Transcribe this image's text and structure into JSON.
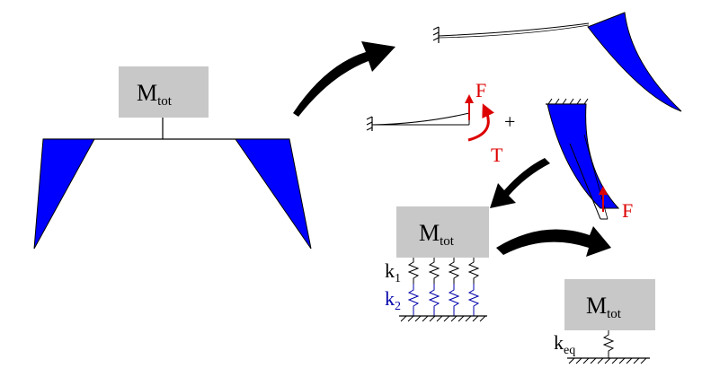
{
  "colors": {
    "mass_fill": "#c8c8c8",
    "beam_fill": "#0000ff",
    "force_color": "#dd0000",
    "k2_color": "#0000aa",
    "stroke": "#000000"
  },
  "mass_main": {
    "base": "M",
    "sub": "tot"
  },
  "mass_springs": {
    "base": "M",
    "sub": "tot"
  },
  "mass_equivalent": {
    "base": "M",
    "sub": "tot"
  },
  "substructure": {
    "force_label": "F",
    "torque_label": "T",
    "plus_sign": "+"
  },
  "flexible_beam": {
    "force_label": "F"
  },
  "springs": {
    "k1": {
      "base": "k",
      "sub": "1"
    },
    "k2": {
      "base": "k",
      "sub": "2"
    },
    "keq": {
      "base": "k",
      "sub": "eq"
    }
  }
}
